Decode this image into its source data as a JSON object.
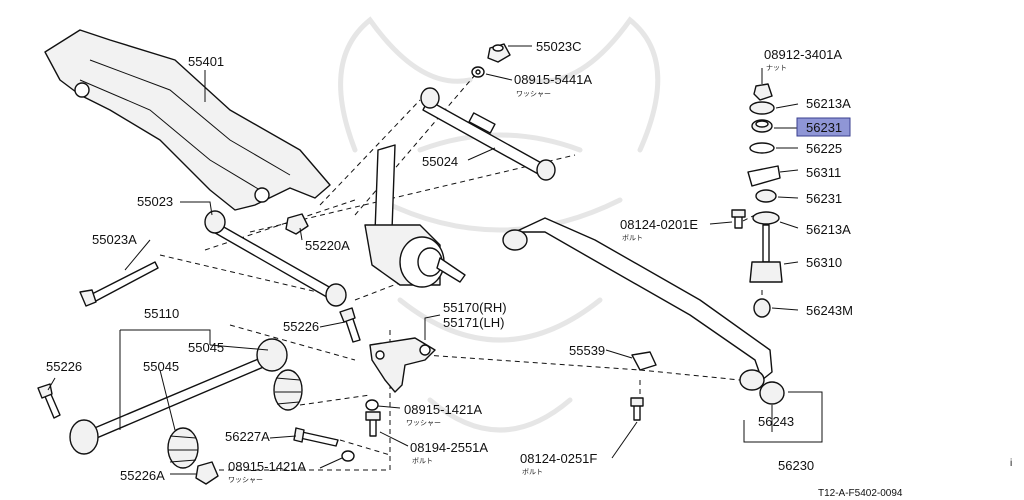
{
  "document_code": "T12-A-F5402-0094",
  "highlighted_part": "56231",
  "parts": [
    {
      "id": "p55401",
      "number": "55401"
    },
    {
      "id": "p55023C",
      "number": "55023C"
    },
    {
      "id": "p08915_5441A",
      "number": "08915-5441A",
      "note": "ワッシャー"
    },
    {
      "id": "p55024",
      "number": "55024"
    },
    {
      "id": "p55023",
      "number": "55023"
    },
    {
      "id": "p55023A",
      "number": "55023A"
    },
    {
      "id": "p55220A",
      "number": "55220A"
    },
    {
      "id": "p55110",
      "number": "55110"
    },
    {
      "id": "p55045a",
      "number": "55045"
    },
    {
      "id": "p55045b",
      "number": "55045"
    },
    {
      "id": "p55226a",
      "number": "55226"
    },
    {
      "id": "p55226b",
      "number": "55226"
    },
    {
      "id": "p55226A",
      "number": "55226A"
    },
    {
      "id": "p55170",
      "number": "55170(RH)"
    },
    {
      "id": "p55171",
      "number": "55171(LH)"
    },
    {
      "id": "p08915_1421A_a",
      "number": "08915-1421A",
      "note": "ワッシャー"
    },
    {
      "id": "p08194_2551A",
      "number": "08194-2551A",
      "note": "ボルト"
    },
    {
      "id": "p56227A",
      "number": "56227A"
    },
    {
      "id": "p08915_1421A_b",
      "number": "08915-1421A",
      "note": "ワッシャー"
    },
    {
      "id": "p55539",
      "number": "55539"
    },
    {
      "id": "p08124_0251F",
      "number": "08124-0251F",
      "note": "ボルト"
    },
    {
      "id": "p08124_0201E",
      "number": "08124-0201E",
      "note": "ボルト"
    },
    {
      "id": "p08912_3401A",
      "number": "08912-3401A",
      "note": "ナット"
    },
    {
      "id": "p56213A_a",
      "number": "56213A"
    },
    {
      "id": "p56231_a",
      "number": "56231"
    },
    {
      "id": "p56225",
      "number": "56225"
    },
    {
      "id": "p56311",
      "number": "56311"
    },
    {
      "id": "p56231_b",
      "number": "56231"
    },
    {
      "id": "p56213A_b",
      "number": "56213A"
    },
    {
      "id": "p56310",
      "number": "56310"
    },
    {
      "id": "p56243M",
      "number": "56243M"
    },
    {
      "id": "p56243",
      "number": "56243"
    },
    {
      "id": "p56230",
      "number": "56230"
    }
  ],
  "side_mark": "i"
}
